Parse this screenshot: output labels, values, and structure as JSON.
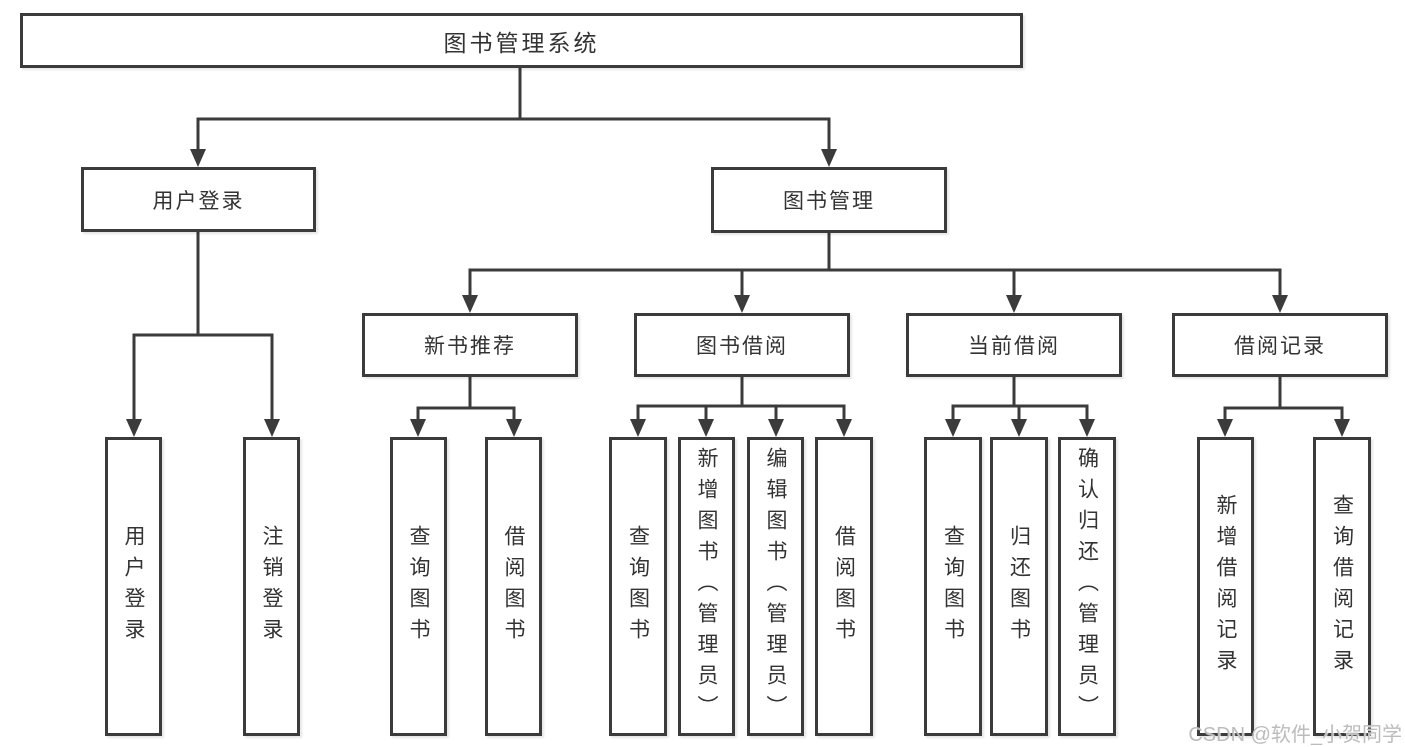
{
  "diagram": {
    "root": {
      "label": "图书管理系统"
    },
    "level2": [
      {
        "label": "用户登录"
      },
      {
        "label": "图书管理"
      }
    ],
    "level3": [
      {
        "label": "新书推荐"
      },
      {
        "label": "图书借阅"
      },
      {
        "label": "当前借阅"
      },
      {
        "label": "借阅记录"
      }
    ],
    "leaves": {
      "user_login": [
        {
          "label": "用户登录"
        },
        {
          "label": "注销登录"
        }
      ],
      "new_book_recommendation": [
        {
          "label": "查询图书"
        },
        {
          "label": "借阅图书"
        }
      ],
      "book_borrowing": [
        {
          "label": "查询图书"
        },
        {
          "label": "新增图书（管理员）"
        },
        {
          "label": "编辑图书（管理员）"
        },
        {
          "label": "借阅图书"
        }
      ],
      "current_borrowing": [
        {
          "label": "查询图书"
        },
        {
          "label": "归还图书"
        },
        {
          "label": "确认归还（管理员）"
        }
      ],
      "borrowing_records": [
        {
          "label": "新增借阅记录"
        },
        {
          "label": "查询借阅记录"
        }
      ]
    }
  },
  "watermark": "CSDN @软件_小贺同学",
  "colors": {
    "line": "#3b3b3b",
    "border": "#3b3b3b",
    "text": "#333333",
    "watermark": "#bcbcbc",
    "bg": "#ffffff"
  }
}
